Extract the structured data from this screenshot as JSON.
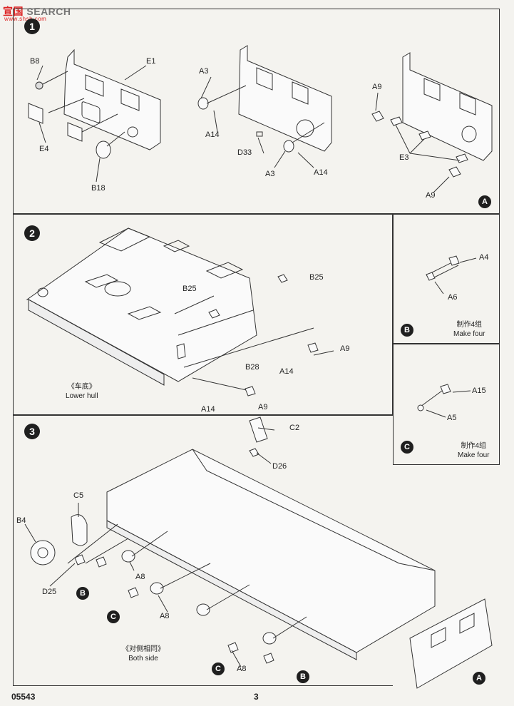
{
  "watermark": {
    "part1": "宣国",
    "part2": "SEARCH",
    "part3": "www.shsh.com"
  },
  "steps": [
    {
      "number": "1"
    },
    {
      "number": "2",
      "note_cn": "《车底》",
      "note_en": "Lower hull"
    },
    {
      "number": "3",
      "note_cn": "《对侧相同》",
      "note_en": "Both side"
    }
  ],
  "sub_steps": [
    {
      "letter": "B",
      "note_cn": "制作4组",
      "note_en": "Make four"
    },
    {
      "letter": "C",
      "note_cn": "制作4组",
      "note_en": "Make four"
    }
  ],
  "step1_labels": [
    "B8",
    "E1",
    "E4",
    "B18",
    "A3",
    "A14",
    "D33",
    "A3",
    "A14",
    "A9",
    "E3",
    "A9"
  ],
  "step2_labels": [
    "B25",
    "B25",
    "B28",
    "A14",
    "A9",
    "A14",
    "A9"
  ],
  "stepB_labels": [
    "A4",
    "A6"
  ],
  "stepC_labels": [
    "A15",
    "A5"
  ],
  "step3_labels": [
    "C2",
    "D26",
    "C5",
    "B4",
    "D25",
    "A8",
    "A8",
    "A8"
  ],
  "ref_badges": [
    "A",
    "B",
    "C",
    "B",
    "C",
    "C",
    "B",
    "A"
  ],
  "footer": {
    "code": "05543",
    "page": "3"
  }
}
